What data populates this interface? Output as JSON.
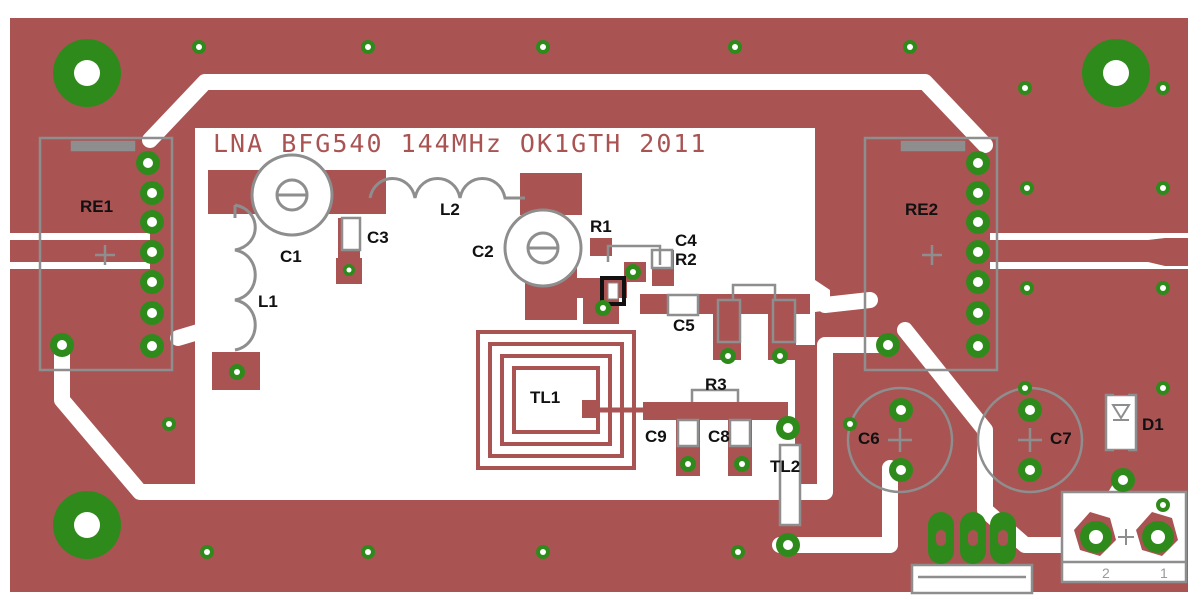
{
  "board": {
    "title": "LNA BFG540 144MHz OK1GTH 2011",
    "colors": {
      "copper": "#a95353",
      "background": "#ffffff",
      "pad": "#2f8a1c",
      "silkscreen": "#8e8e8e",
      "label": "#111111"
    }
  },
  "labels": {
    "re1": "RE1",
    "re2": "RE2",
    "c1": "C1",
    "c2": "C2",
    "c3": "C3",
    "c4": "C4",
    "c5": "C5",
    "c6": "C6",
    "c7": "C7",
    "c8": "C8",
    "c9": "C9",
    "l1": "L1",
    "l2": "L2",
    "r1": "R1",
    "r2": "R2",
    "r3": "R3",
    "tl1": "TL1",
    "tl2": "TL2",
    "d1": "D1",
    "conn_pin2": "2",
    "conn_pin1": "1"
  }
}
